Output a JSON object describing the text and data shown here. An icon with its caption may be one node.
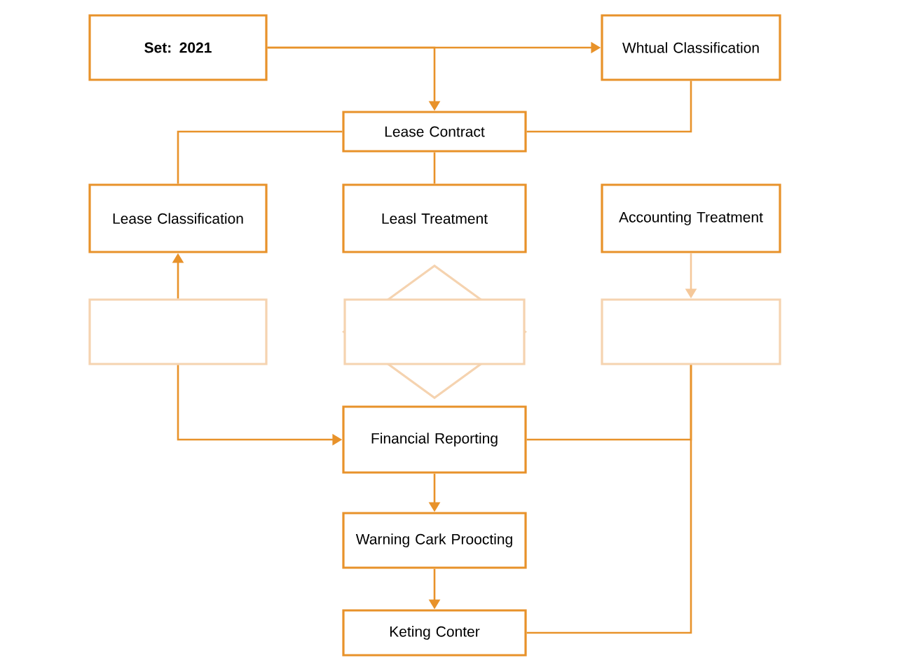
{
  "diagram": {
    "nodes": [
      {
        "text": [
          "Set: 2021"
        ]
      },
      {
        "text": [
          "Whtual Classification"
        ]
      },
      {
        "text": [
          "Lease Contract"
        ]
      },
      {
        "text": [
          "Lease Classification"
        ]
      },
      {
        "text": [
          "Leasl Treatment"
        ]
      },
      {
        "text": [
          "Accounting Treatment"
        ]
      },
      {
        "text": [],
        "shape": "box"
      },
      {
        "text": [],
        "shape": "diamond"
      },
      {
        "text": [],
        "shape": "box",
        "in": 7
      },
      {
        "text": [],
        "shape": "box"
      },
      {
        "text": [
          "Financial Reporting"
        ]
      },
      {
        "text": [
          "Warning Cark Proocting"
        ]
      },
      {
        "text": [
          "Keting Conter"
        ]
      }
    ],
    "edges": [
      {
        "from": 0,
        "to": 1,
        "arrow": "to"
      },
      {
        "from": 0,
        "to": 2,
        "arrow": "to"
      },
      {
        "from": 1,
        "to": 2,
        "arrow": "none"
      },
      {
        "from": 2,
        "to": 3,
        "arrow": "none"
      },
      {
        "from": 2,
        "to": 4,
        "arrow": "none"
      },
      {
        "from": 6,
        "to": 3,
        "arrow": "to"
      },
      {
        "from": 5,
        "to": 9,
        "arrow": "to",
        "color": "#f5c89a"
      },
      {
        "from": 6,
        "to": 10,
        "arrow": "to"
      },
      {
        "from": 9,
        "to": 10,
        "arrow": "none"
      },
      {
        "from": 9,
        "to": 12,
        "arrow": "none"
      },
      {
        "from": 10,
        "to": 11,
        "arrow": "to"
      },
      {
        "from": 11,
        "to": 12,
        "arrow": "to"
      }
    ]
  }
}
